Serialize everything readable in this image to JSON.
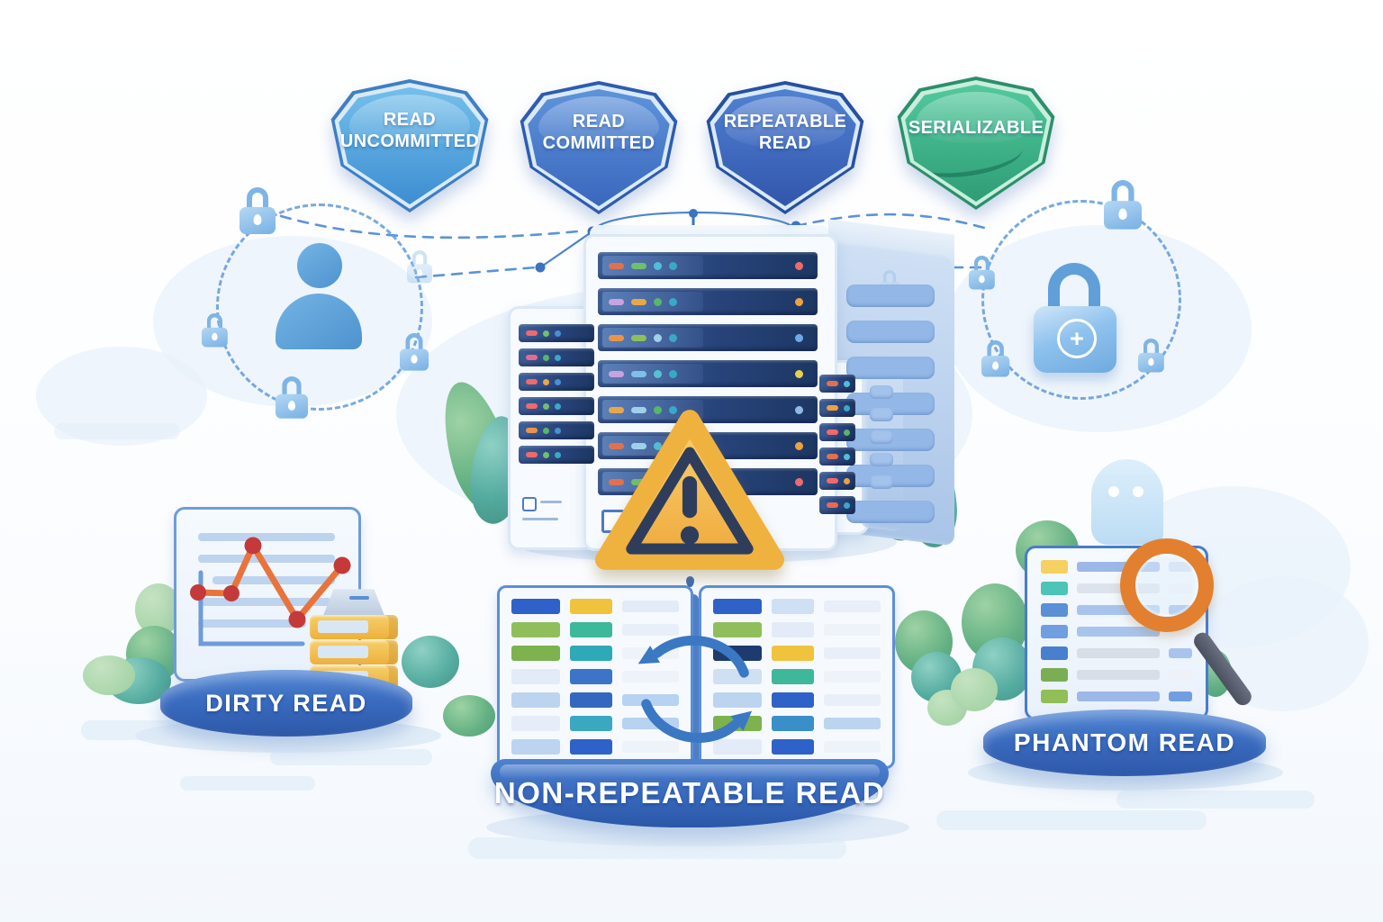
{
  "shields": [
    {
      "label": "READ UNCOMMITTED"
    },
    {
      "label": "READ COMMITTED"
    },
    {
      "label": "REPEATABLE READ"
    },
    {
      "label": "SERIALIZABLE"
    }
  ],
  "labels": {
    "dirty_read": "DIRTY READ",
    "non_repeatable_read": "NON-REPEATABLE READ",
    "phantom_read": "PHANTOM READ"
  },
  "palette": {
    "shield1_top": "#74bfea",
    "shield1_bottom": "#3d8ed2",
    "shield2_top": "#5e93da",
    "shield2_bottom": "#3a67bd",
    "shield3_top": "#5181d2",
    "shield3_bottom": "#3156ac",
    "shield4_top": "#52c99c",
    "shield4_bottom": "#2e9d76",
    "pedestal_top": "#5488d4",
    "pedestal_bottom": "#2e58a8",
    "accent_blue": "#3b78c4",
    "warning_fill": "#f6bd45",
    "warning_dark": "#2e3d5c",
    "lock_light": "#b4d8f4",
    "lock_mid": "#78b0e4",
    "magnifier_ring": "#e2802f",
    "magnifier_handle": "#4a505e",
    "chart_line": "#e8743c",
    "chart_dot": "#c43a3a",
    "ghost": "#cfe6f8"
  },
  "server": {
    "main_rows": [
      [
        "#e0714f",
        "#6fbf6f",
        "#4fc0d8",
        "#3aa8c8",
        "#ef6a6a"
      ],
      [
        "#c9a2e0",
        "#e8a84a",
        "#58b766",
        "#3aa8c8",
        "#eda23f"
      ],
      [
        "#e8954a",
        "#8fbf5a",
        "#9fd0e8",
        "#3aa8c8",
        "#6fa8e8"
      ],
      [
        "#c9a2e0",
        "#7fc0e8",
        "#58c0d0",
        "#3aa8c8",
        "#e8d04a"
      ],
      [
        "#e8a84a",
        "#9fd0e8",
        "#58b766",
        "#3aa8c8",
        "#8fb8e8"
      ],
      [
        "#e0714f",
        "#9fd0e8",
        "#4fc0d8",
        "#3aa8c8",
        "#eda23f"
      ],
      [
        "#e0714f",
        "#6fbf6f",
        "#8fc8e8",
        "#3aa8c8",
        "#ef6a6a"
      ]
    ],
    "left_rows": [
      [
        "#ef6a6a",
        "#6fbf6f",
        "#4a90d0"
      ],
      [
        "#e86a8a",
        "#58b766",
        "#3aa8c8"
      ],
      [
        "#ef6a6a",
        "#e8a84a",
        "#4a90d0"
      ],
      [
        "#ef6a6a",
        "#6fbf6f",
        "#3aa8c8"
      ],
      [
        "#e8954a",
        "#58b766",
        "#4a90d0"
      ],
      [
        "#ef6a6a",
        "#6fbf6f",
        "#3aa8c8"
      ]
    ],
    "right_rows": [
      [
        "#e0714f",
        "#4fc0d8"
      ],
      [
        "#eda23f",
        "#3aa8c8"
      ],
      [
        "#ef6a6a",
        "#58b766"
      ],
      [
        "#e0714f",
        "#4fc0d8"
      ],
      [
        "#ef6a6a",
        "#eda23f"
      ],
      [
        "#e86a4f",
        "#3aa8c8"
      ]
    ],
    "side_slots_main": [
      "#93b7e6",
      "#93b7e6",
      "#93b7e6",
      "#93b7e6",
      "#93b7e6",
      "#93b7e6",
      "#93b7e6"
    ],
    "side_slots_right": [
      "#a3c2ec",
      "#a3c2ec",
      "#a3c2ec",
      "#a3c2ec",
      "#a3c2ec"
    ]
  },
  "tables": {
    "left_rows": [
      [
        "#2f62c8",
        "#f0c33c",
        "#e2ebf7"
      ],
      [
        "#8fbf5a",
        "#3db89a",
        "#e9eff9"
      ],
      [
        "#7db24e",
        "#2fa8b8",
        "#eef3fa"
      ],
      [
        "#e2ebf7",
        "#3b74c8",
        "#eef3fa"
      ],
      [
        "#bcd4f0",
        "#3468c0",
        "#b8d2f2"
      ],
      [
        "#e6edf8",
        "#3aa8c0",
        "#b8d2f2"
      ],
      [
        "#bcd4f0",
        "#2f62c8",
        "#eef3fa"
      ]
    ],
    "right_rows": [
      [
        "#2f62c8",
        "#cfe0f4",
        "#e9eff9"
      ],
      [
        "#8fbf5a",
        "#e2ebf7",
        "#eef3fa"
      ],
      [
        "#1e3a6e",
        "#f0c33c",
        "#e9eff9"
      ],
      [
        "#cfe0f4",
        "#3db89a",
        "#eef3fa"
      ],
      [
        "#bcd4f0",
        "#2f62c8",
        "#e9eff9"
      ],
      [
        "#7db24e",
        "#3a8fc8",
        "#bcd4f0"
      ],
      [
        "#e2ebf7",
        "#2f62c8",
        "#eef3fa"
      ]
    ]
  },
  "phantom_rows": [
    [
      "#f5d063",
      "#9db8e8",
      "#cfdcf0"
    ],
    [
      "#4cc4b8",
      "#dde3ec",
      "#eef2f8"
    ],
    [
      "#5b8fd6",
      "#a9c4ec",
      "#8fb0e8"
    ],
    [
      "#6f9fe0",
      "#a9c4ec",
      "#eef2f8"
    ],
    [
      "#4a7fd0",
      "#d8dee8",
      "#a9c4ec"
    ],
    [
      "#7aae55",
      "#d8dee8",
      "#eef2f8"
    ],
    [
      "#8fbf55",
      "#9db8e8",
      "#6f9fe0"
    ]
  ]
}
